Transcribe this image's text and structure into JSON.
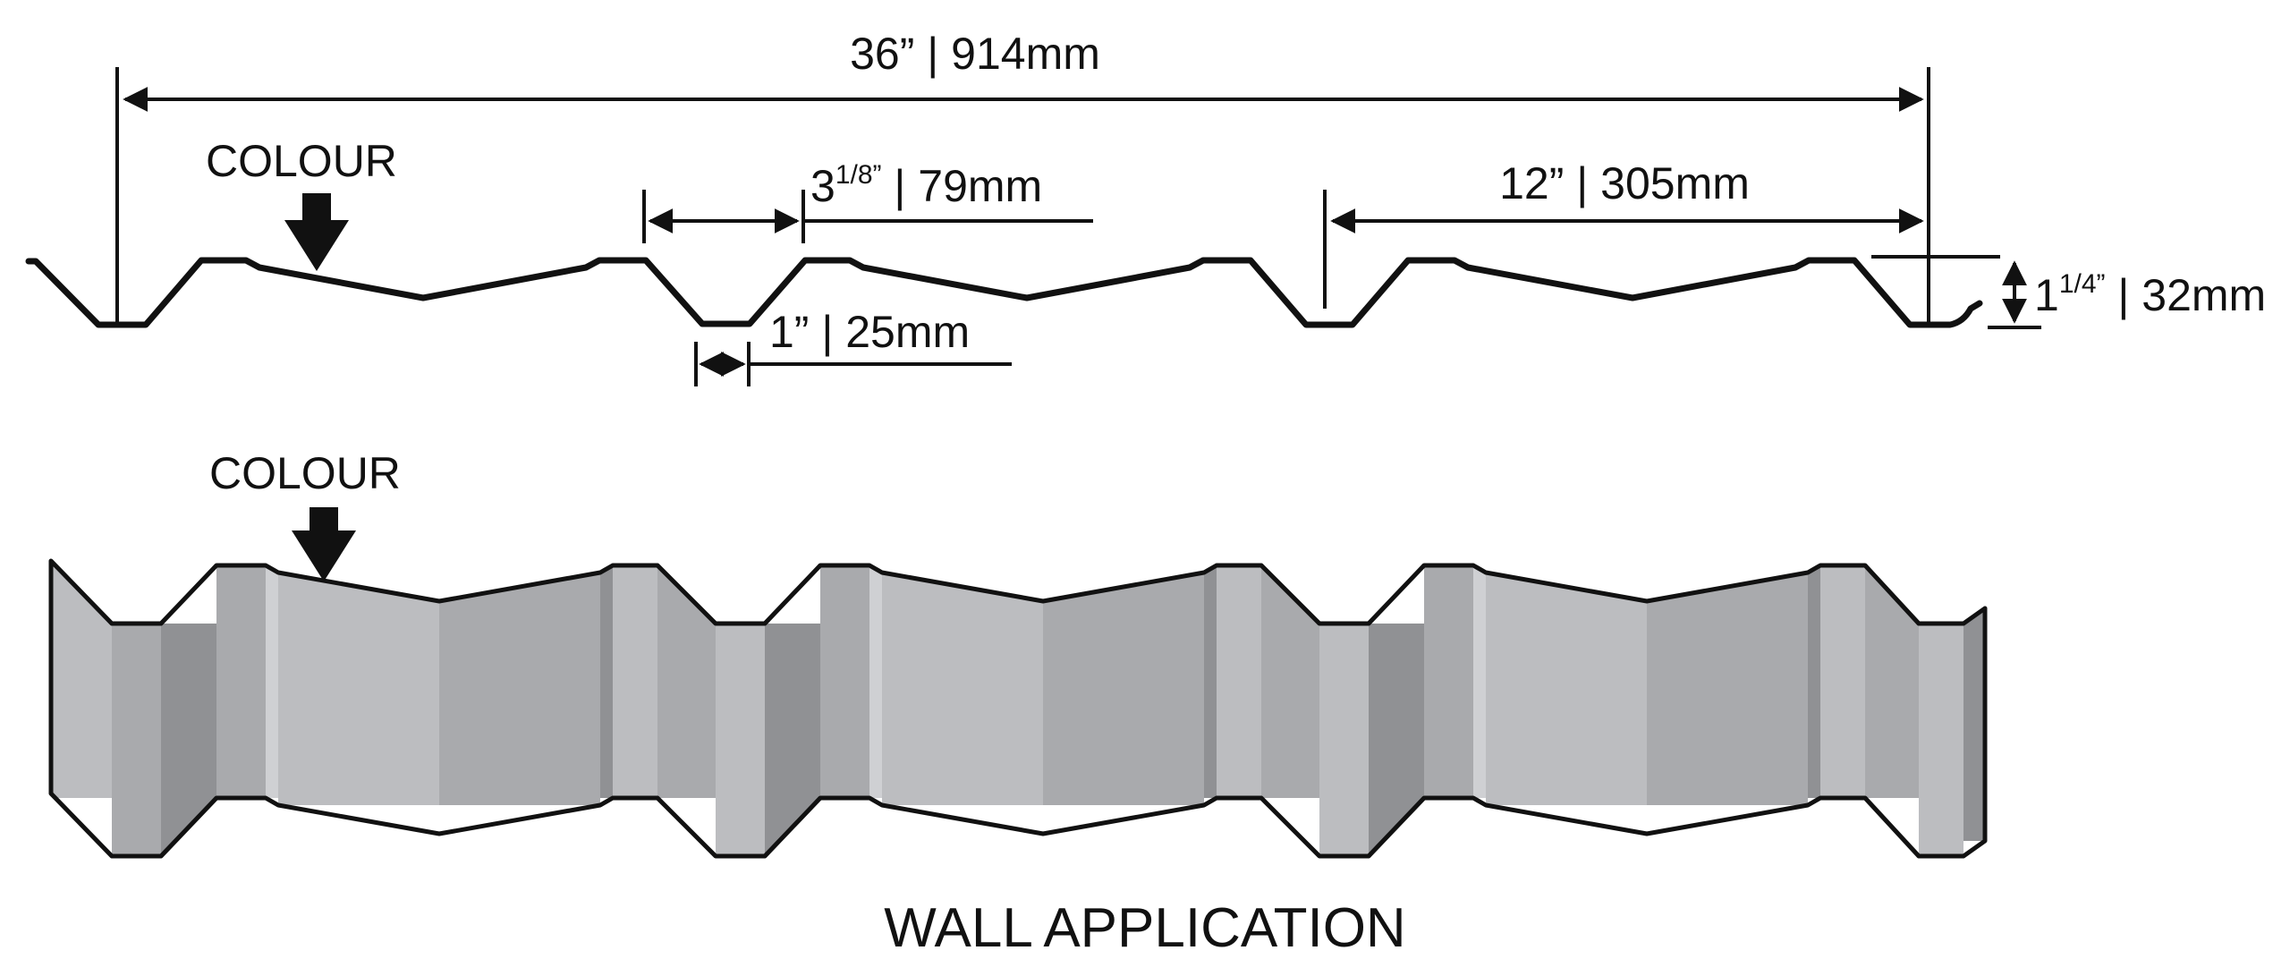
{
  "dimensions": {
    "overall": "36” | 914mm",
    "rib_top_main": "3",
    "rib_top_sup": "1/8”",
    "rib_top_tail": " | 79mm",
    "rib_bottom": "1” | 25mm",
    "rib_spacing": "12” | 305mm",
    "height_main": "1",
    "height_sup": "1/4”",
    "height_tail": " | 32mm"
  },
  "callouts": {
    "colour_profile": "COLOUR",
    "colour_panel": "COLOUR"
  },
  "title": "WALL APPLICATION",
  "colors": {
    "outline": "#111111",
    "panel_light": "#bcbdc0",
    "panel_mid": "#a9aaad",
    "panel_dark": "#909194",
    "panel_highlight": "#cfd0d3"
  }
}
